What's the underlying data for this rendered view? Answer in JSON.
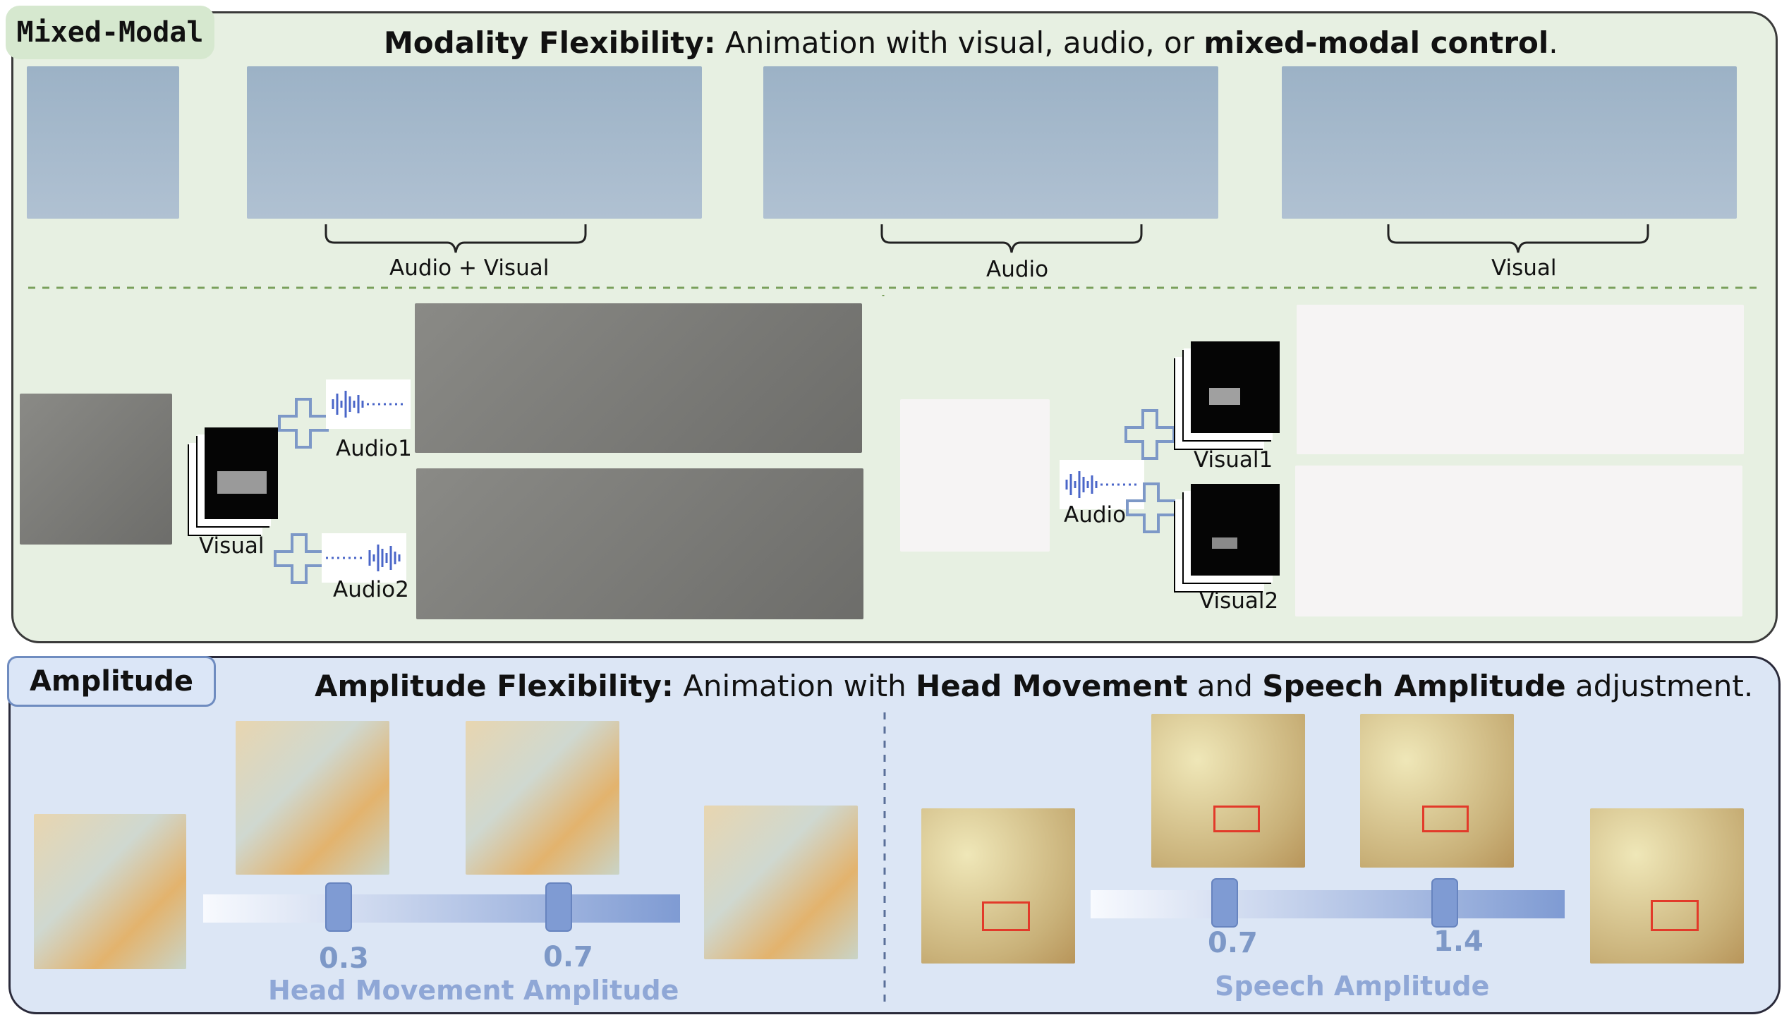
{
  "top_section": {
    "tag": "Mixed-Modal",
    "title_bold": "Modality Flexibility:",
    "title_rest1": " Animation with visual, audio, or ",
    "title_bold2": "mixed-modal control",
    "title_end": ".",
    "brace_labels": [
      "Audio + Visual",
      "Audio",
      "Visual"
    ],
    "left_labels": {
      "visual": "Visual",
      "audio1": "Audio1",
      "audio2": "Audio2"
    },
    "right_labels": {
      "audio": "Audio",
      "visual1": "Visual1",
      "visual2": "Visual2"
    }
  },
  "bottom_section": {
    "tag": "Amplitude",
    "title_bold": "Amplitude Flexibility:",
    "title_rest1": " Animation with ",
    "title_bold2": "Head Movement",
    "title_rest2": " and ",
    "title_bold3": "Speech Amplitude",
    "title_end": " adjustment.",
    "head": {
      "values": [
        "0.3",
        "0.7"
      ],
      "axis_label": "Head Movement Amplitude",
      "slider_levels": [
        0.3,
        0.7
      ]
    },
    "speech": {
      "values": [
        "0.7",
        "1.4"
      ],
      "axis_label": "Speech Amplitude",
      "slider_levels": [
        0.7,
        1.4
      ]
    }
  },
  "colors": {
    "top_bg": "#e7f0e2",
    "bottom_bg": "#dce6f5",
    "accent": "#7d98c7",
    "mouth_box": "#e23a2a"
  }
}
